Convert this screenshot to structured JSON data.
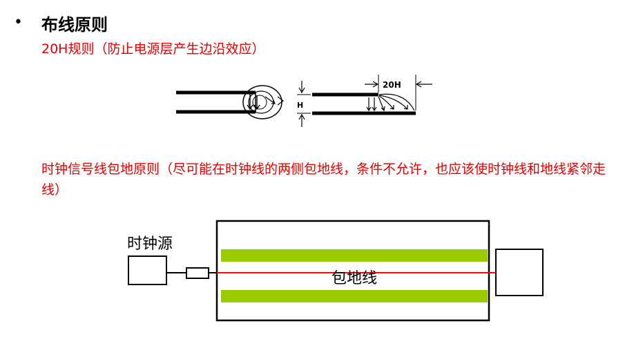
{
  "slide": {
    "bullet": "•",
    "heading": "布线原则",
    "rule_20h": "20H规则（防止电源层产生边沿效应）",
    "rule_clock": "时钟信号线包地原则（尽可能在时钟线的两侧包地线，条件不允许，也应该使时钟线和地线紧邻走线）"
  },
  "diagram_20h": {
    "label_20h": "20H",
    "label_h": "H"
  },
  "diagram_clock": {
    "source_label": "时钟源",
    "guard_label": "包地线",
    "colors": {
      "guard_trace": "#99cc00",
      "clock_trace": "#ff0000",
      "outline": "#000000"
    }
  }
}
